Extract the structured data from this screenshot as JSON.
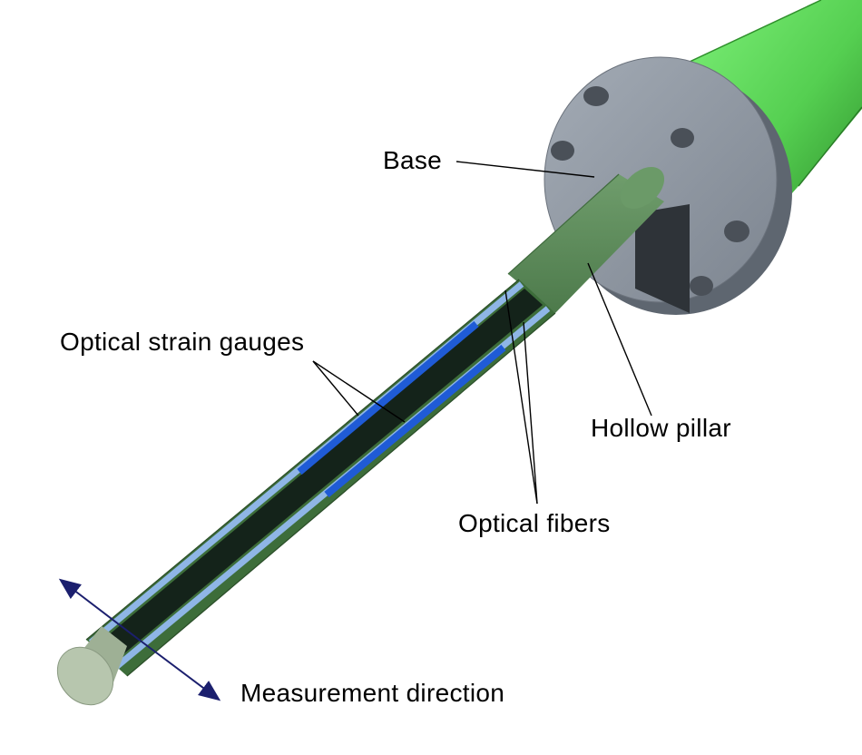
{
  "labels": {
    "base": "Base",
    "optical_strain_gauges": "Optical strain gauges",
    "hollow_pillar": "Hollow pillar",
    "optical_fibers": "Optical fibers",
    "measurement_direction": "Measurement direction"
  },
  "colors": {
    "housing_green": "#5fd35c",
    "flange_gray": "#8e96a1",
    "pillar_green": "#5c8a5a",
    "gauge_blue": "#1f5bd6",
    "fiber_light_blue": "#8fb6e6",
    "tip_cap": "#b7c6ae",
    "arrow_navy": "#1b1f6e"
  }
}
